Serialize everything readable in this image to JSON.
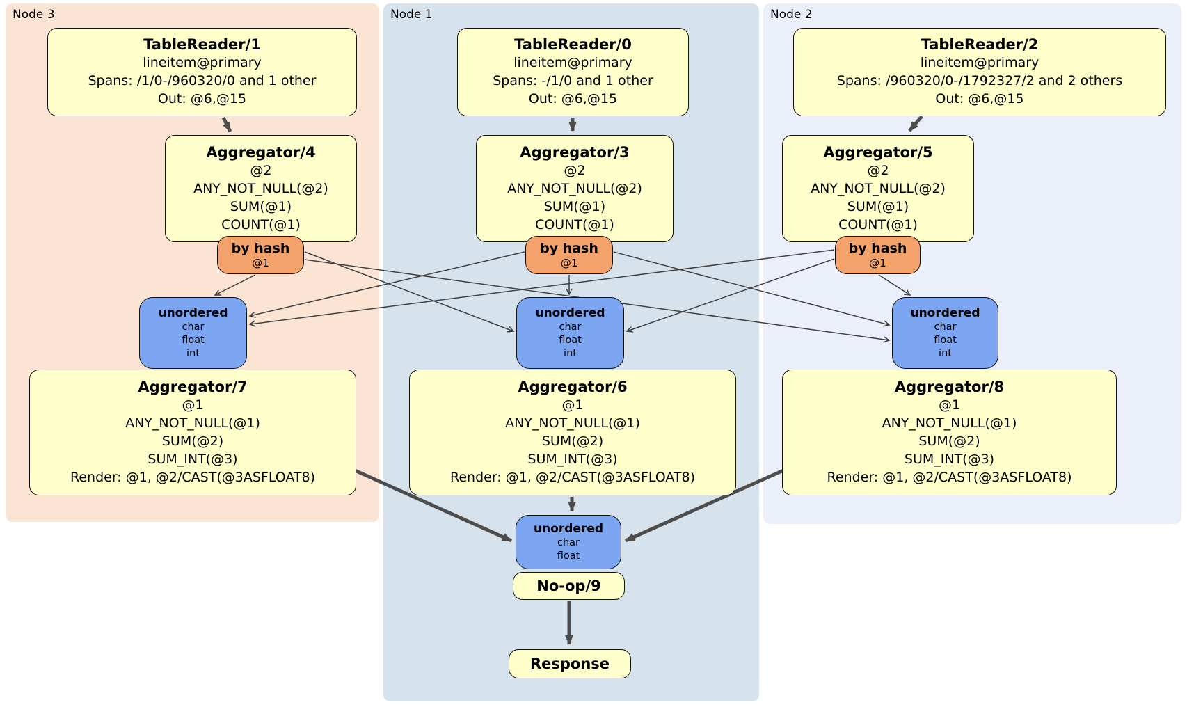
{
  "regions": {
    "node3": {
      "label": "Node 3"
    },
    "node1": {
      "label": "Node 1"
    },
    "node2": {
      "label": "Node 2"
    }
  },
  "router": {
    "title": "by hash",
    "key": "@1"
  },
  "sync": {
    "title": "unordered",
    "streams": [
      "char",
      "float",
      "int"
    ]
  },
  "final_sync": {
    "title": "unordered",
    "streams": [
      "char",
      "float"
    ]
  },
  "boxes": {
    "tr1": {
      "title": "TableReader/1",
      "lines": [
        "lineitem@primary",
        "Spans: /1/0-/960320/0 and 1 other",
        "Out: @6,@15"
      ]
    },
    "tr0": {
      "title": "TableReader/0",
      "lines": [
        "lineitem@primary",
        "Spans: -/1/0 and 1 other",
        "Out: @6,@15"
      ]
    },
    "tr2": {
      "title": "TableReader/2",
      "lines": [
        "lineitem@primary",
        "Spans: /960320/0-/1792327/2 and 2 others",
        "Out: @6,@15"
      ]
    },
    "agg4": {
      "title": "Aggregator/4",
      "lines": [
        "@2",
        "ANY_NOT_NULL(@2)",
        "SUM(@1)",
        "COUNT(@1)"
      ]
    },
    "agg3": {
      "title": "Aggregator/3",
      "lines": [
        "@2",
        "ANY_NOT_NULL(@2)",
        "SUM(@1)",
        "COUNT(@1)"
      ]
    },
    "agg5": {
      "title": "Aggregator/5",
      "lines": [
        "@2",
        "ANY_NOT_NULL(@2)",
        "SUM(@1)",
        "COUNT(@1)"
      ]
    },
    "agg7": {
      "title": "Aggregator/7",
      "lines": [
        "@1",
        "ANY_NOT_NULL(@1)",
        "SUM(@2)",
        "SUM_INT(@3)",
        "Render: @1, @2/CAST(@3ASFLOAT8)"
      ]
    },
    "agg6": {
      "title": "Aggregator/6",
      "lines": [
        "@1",
        "ANY_NOT_NULL(@1)",
        "SUM(@2)",
        "SUM_INT(@3)",
        "Render: @1, @2/CAST(@3ASFLOAT8)"
      ]
    },
    "agg8": {
      "title": "Aggregator/8",
      "lines": [
        "@1",
        "ANY_NOT_NULL(@1)",
        "SUM(@2)",
        "SUM_INT(@3)",
        "Render: @1, @2/CAST(@3ASFLOAT8)"
      ]
    },
    "noop": {
      "title": "No-op/9"
    },
    "response": {
      "title": "Response"
    }
  },
  "edges": [
    "TableReader/1 -> Aggregator/4",
    "TableReader/0 -> Aggregator/3",
    "TableReader/2 -> Aggregator/5",
    "Aggregator/4 by hash -> unordered (Node 3)",
    "Aggregator/4 by hash -> unordered (Node 1)",
    "Aggregator/4 by hash -> unordered (Node 2)",
    "Aggregator/3 by hash -> unordered (Node 3)",
    "Aggregator/3 by hash -> unordered (Node 1)",
    "Aggregator/3 by hash -> unordered (Node 2)",
    "Aggregator/5 by hash -> unordered (Node 3)",
    "Aggregator/5 by hash -> unordered (Node 1)",
    "Aggregator/5 by hash -> unordered (Node 2)",
    "Aggregator/7 -> unordered final",
    "Aggregator/6 -> unordered final",
    "Aggregator/8 -> unordered final",
    "No-op/9 -> Response"
  ],
  "colors": {
    "processor-fill": "#ffffcc",
    "router-fill": "#f3a26c",
    "sync-fill": "#7da6f2",
    "node3-bg": "#fce4d4",
    "node1-bg": "#d7e3ec",
    "node2-bg": "#eaeffa",
    "edge": "#3f3f3f",
    "edge-thick": "#4d4d4d",
    "box-border": "#111111"
  }
}
